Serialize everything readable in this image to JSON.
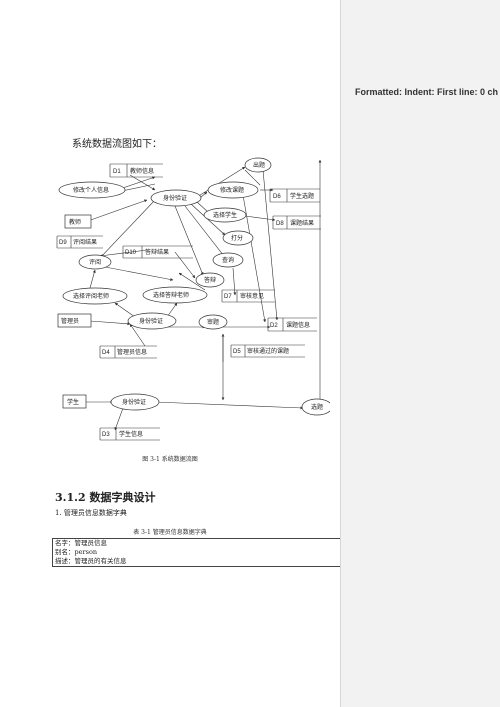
{
  "comment_pane": {
    "title": "Formatted: Indent: First line:  0 ch"
  },
  "intro_text": "系统数据流图如下：",
  "diagram": {
    "nodes": {
      "chuti": "出题",
      "d1_id": "D1",
      "d1_name": "教师信息",
      "xiugai_geren": "修改个人信息",
      "shenfen_yanzheng": "身份验证",
      "xiugai_keti": "修改课题",
      "d6_id": "D6",
      "d6_name": "学生选题",
      "xuanze_xuesheng": "选择学生",
      "d8_id": "D8",
      "d8_name": "课题结果",
      "jiaoshi": "教师",
      "dafen": "打分",
      "d9_id": "D9",
      "d9_name": "评阅结果",
      "pingyue": "评阅",
      "d10_id": "D10",
      "d10_name": "答辩结果",
      "chaxun": "查询",
      "dabian": "答辩",
      "xuanze_pingyue": "选择评阅老师",
      "xuanze_dabian": "选择答辩老师",
      "d7_id": "D7",
      "d7_name": "审核意见",
      "guanliyuan": "管理员",
      "shenhe": "审题",
      "d2_id": "D2",
      "d2_name": "课题信息",
      "d4_id": "D4",
      "d4_name": "管理员信息",
      "d5_id": "D5",
      "d5_name": "审核通过的课题",
      "xuesheng": "学生",
      "xuanti": "选题",
      "d3_id": "D3",
      "d3_name": "学生信息"
    }
  },
  "figure_caption": "图 3-1  系统数据流图",
  "section_heading": "3.1.2 数据字典设计",
  "sub_heading": "1. 管理员信息数据字典",
  "table_caption": "表 3-1  管理员信息数据字典",
  "dict_rows": [
    "名字：管理员信息",
    "别名：person",
    "描述：管理员的有关信息"
  ]
}
